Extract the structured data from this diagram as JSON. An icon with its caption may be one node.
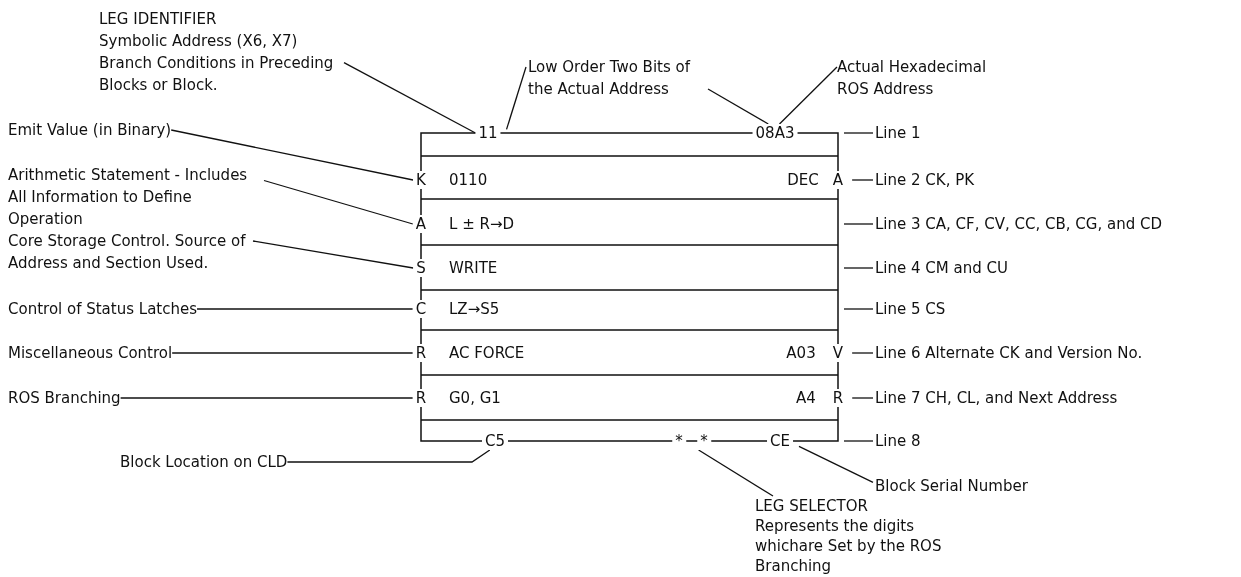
{
  "diagram": {
    "nodes": [
      {
        "text": [
          "LEG IDENTIFIER",
          "Symbolic Address (X6, X7) Branch Conditions in Preceding Blocks or Block."
        ]
      },
      {
        "text": [
          "Low Order Two Bits of the Actual Address"
        ]
      },
      {
        "text": [
          "Actual Hexadecimal ROS Address"
        ]
      },
      {
        "text": [
          "Emit Value (in Binary)"
        ]
      },
      {
        "text": [
          "Arithmetic Statement - Includes All Information to Define Operation"
        ]
      },
      {
        "text": [
          "Core Storage Control. Source of Address and Section Used."
        ]
      },
      {
        "text": [
          "Control of Status Latches"
        ]
      },
      {
        "text": [
          "Miscellaneous Control"
        ]
      },
      {
        "text": [
          "ROS Branching"
        ]
      },
      {
        "text": [],
        "shape": "box"
      },
      {
        "text": [
          "11"
        ],
        "in": 9
      },
      {
        "text": [
          "08A3"
        ],
        "in": 9
      },
      {
        "text": [
          "K"
        ],
        "in": 9
      },
      {
        "text": [
          "0110"
        ],
        "in": 9
      },
      {
        "text": [
          "DEC"
        ],
        "in": 9
      },
      {
        "text": [
          "A"
        ],
        "in": 9
      },
      {
        "text": [
          "A"
        ],
        "in": 9
      },
      {
        "text": [
          "L ± R→D"
        ],
        "in": 9
      },
      {
        "text": [
          "S"
        ],
        "in": 9
      },
      {
        "text": [
          "WRITE"
        ],
        "in": 9
      },
      {
        "text": [
          "C"
        ],
        "in": 9
      },
      {
        "text": [
          "LZ→S5"
        ],
        "in": 9
      },
      {
        "text": [
          "R"
        ],
        "in": 9
      },
      {
        "text": [
          "AC FORCE"
        ],
        "in": 9
      },
      {
        "text": [
          "A03"
        ],
        "in": 9
      },
      {
        "text": [
          "V"
        ],
        "in": 9
      },
      {
        "text": [
          "R"
        ],
        "in": 9
      },
      {
        "text": [
          "G0, G1"
        ],
        "in": 9
      },
      {
        "text": [
          "A4"
        ],
        "in": 9
      },
      {
        "text": [
          "R"
        ],
        "in": 9
      },
      {
        "text": [
          "C5"
        ],
        "in": 9
      },
      {
        "text": [
          "*"
        ],
        "in": 9
      },
      {
        "text": [
          "*"
        ],
        "in": 9
      },
      {
        "text": [
          "CE"
        ],
        "in": 9
      },
      {
        "text": [
          "Line 1"
        ]
      },
      {
        "text": [
          "Line 2 CK, PK"
        ]
      },
      {
        "text": [
          "Line 3 CA, CF, CV, CC, CB, CG, and CD"
        ]
      },
      {
        "text": [
          "Line 4 CM and CU"
        ]
      },
      {
        "text": [
          "Line 5 CS"
        ]
      },
      {
        "text": [
          "Line 6 Alternate CK and Version No."
        ]
      },
      {
        "text": [
          "Line 7 CH, CL, and Next Address"
        ]
      },
      {
        "text": [
          "Line 8"
        ]
      },
      {
        "text": [
          "Block Location on CLD"
        ]
      },
      {
        "text": [
          "Block Serial Number"
        ]
      },
      {
        "text": [
          "LEG SELECTOR",
          "Represents the digits whichare Set by the ROS Branching"
        ]
      }
    ],
    "edges": [
      {
        "from": 0,
        "to": 10,
        "arrow": "none"
      },
      {
        "from": 1,
        "to": 10,
        "arrow": "none"
      },
      {
        "from": 1,
        "to": 11,
        "arrow": "none"
      },
      {
        "from": 2,
        "to": 11,
        "arrow": "none"
      },
      {
        "from": 3,
        "to": 12,
        "arrow": "none"
      },
      {
        "from": 4,
        "to": 16,
        "arrow": "none"
      },
      {
        "from": 5,
        "to": 18,
        "arrow": "none"
      },
      {
        "from": 6,
        "to": 20,
        "arrow": "none"
      },
      {
        "from": 7,
        "to": 22,
        "arrow": "none"
      },
      {
        "from": 8,
        "to": 26,
        "arrow": "none"
      },
      {
        "from": 34,
        "to": 9,
        "arrow": "none"
      },
      {
        "from": 35,
        "to": 15,
        "arrow": "none"
      },
      {
        "from": 36,
        "to": 9,
        "arrow": "none"
      },
      {
        "from": 37,
        "to": 9,
        "arrow": "none"
      },
      {
        "from": 38,
        "to": 9,
        "arrow": "none"
      },
      {
        "from": 39,
        "to": 25,
        "arrow": "none"
      },
      {
        "from": 40,
        "to": 29,
        "arrow": "none"
      },
      {
        "from": 41,
        "to": 9,
        "arrow": "none"
      },
      {
        "from": 42,
        "to": 30,
        "arrow": "none"
      },
      {
        "from": 43,
        "to": 33,
        "arrow": "none"
      },
      {
        "from": 44,
        "to": 32,
        "arrow": "none"
      }
    ]
  }
}
